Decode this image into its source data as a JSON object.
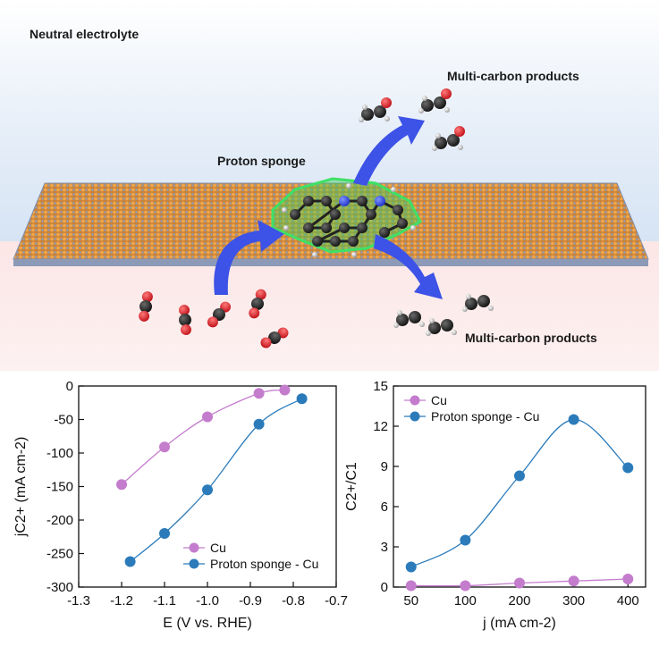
{
  "schematic": {
    "electrolyte_label": "Neutral electrolyte",
    "catalyst_label": "Proton sponge",
    "products_top_label": "Multi-carbon products",
    "products_bottom_label": "Multi-carbon products",
    "colors": {
      "background_top": "#dbe7f5",
      "background_bottom": "#fbe8e8",
      "copper": "#e59a3a",
      "arrow": "#3d52e6",
      "highlight": "#4de86a",
      "oxygen": "#e0262c",
      "nitrogen": "#2d47e0",
      "carbon": "#2a2a2a"
    }
  },
  "chart_data": [
    {
      "type": "line",
      "xlabel": "E (V vs. RHE)",
      "ylabel": "jC2+ (mA cm-2)",
      "xlim": [
        -1.3,
        -0.7
      ],
      "ylim": [
        -300,
        0
      ],
      "xticks": [
        "-1.3",
        "-1.2",
        "-1.1",
        "-1.0",
        "-0.9",
        "-0.8",
        "-0.7"
      ],
      "yticks": [
        "0",
        "-50",
        "-100",
        "-150",
        "-200",
        "-250",
        "-300"
      ],
      "legend": "bottom-right",
      "series": [
        {
          "name": "Cu",
          "color": "#c47ccd",
          "x": [
            -1.2,
            -1.1,
            -1.0,
            -0.88,
            -0.82
          ],
          "y": [
            -147,
            -91,
            -46,
            -11,
            -6
          ]
        },
        {
          "name": "Proton sponge - Cu",
          "color": "#2b7bba",
          "x": [
            -1.18,
            -1.1,
            -1.0,
            -0.88,
            -0.78
          ],
          "y": [
            -262,
            -220,
            -155,
            -57,
            -19
          ]
        }
      ]
    },
    {
      "type": "line",
      "xlabel": "j (mA cm-2)",
      "ylabel": "C2+/C1",
      "categories": [
        "50",
        "100",
        "200",
        "300",
        "400"
      ],
      "ylim": [
        0,
        15
      ],
      "yticks": [
        "0",
        "3",
        "6",
        "9",
        "12",
        "15"
      ],
      "legend": "top-left",
      "series": [
        {
          "name": "Cu",
          "color": "#c47ccd",
          "values": [
            0.1,
            0.1,
            0.3,
            0.45,
            0.6
          ]
        },
        {
          "name": "Proton sponge - Cu",
          "color": "#2b7bba",
          "values": [
            1.5,
            3.5,
            8.3,
            12.5,
            8.9
          ]
        }
      ]
    }
  ]
}
